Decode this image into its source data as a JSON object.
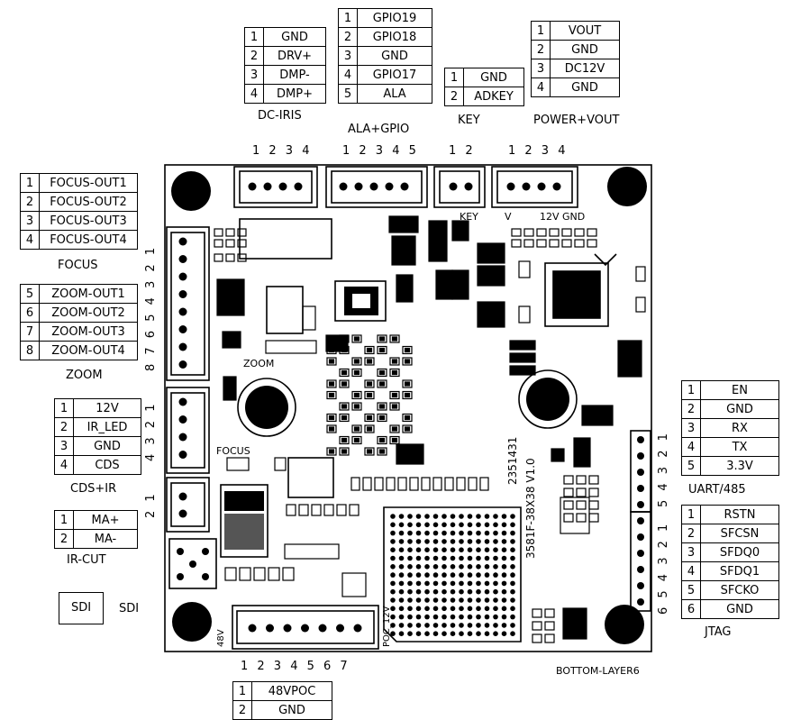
{
  "connectors": {
    "dc_iris": {
      "title": "DC-IRIS",
      "rows": [
        [
          "1",
          "GND"
        ],
        [
          "2",
          "DRV+"
        ],
        [
          "3",
          "DMP-"
        ],
        [
          "4",
          "DMP+"
        ]
      ]
    },
    "ala_gpio": {
      "title": "ALA+GPIO",
      "rows": [
        [
          "1",
          "GPIO19"
        ],
        [
          "2",
          "GPIO18"
        ],
        [
          "3",
          "GND"
        ],
        [
          "4",
          "GPIO17"
        ],
        [
          "5",
          "ALA"
        ]
      ]
    },
    "key": {
      "title": "KEY",
      "rows": [
        [
          "1",
          "GND"
        ],
        [
          "2",
          "ADKEY"
        ]
      ]
    },
    "power_vout": {
      "title": "POWER+VOUT",
      "rows": [
        [
          "1",
          "VOUT"
        ],
        [
          "2",
          "GND"
        ],
        [
          "3",
          "DC12V"
        ],
        [
          "4",
          "GND"
        ]
      ]
    },
    "focus": {
      "title": "FOCUS",
      "rows": [
        [
          "1",
          "FOCUS-OUT1"
        ],
        [
          "2",
          "FOCUS-OUT2"
        ],
        [
          "3",
          "FOCUS-OUT3"
        ],
        [
          "4",
          "FOCUS-OUT4"
        ]
      ]
    },
    "zoom": {
      "title": "ZOOM",
      "rows": [
        [
          "5",
          "ZOOM-OUT1"
        ],
        [
          "6",
          "ZOOM-OUT2"
        ],
        [
          "7",
          "ZOOM-OUT3"
        ],
        [
          "8",
          "ZOOM-OUT4"
        ]
      ]
    },
    "cds_ir": {
      "title": "CDS+IR",
      "rows": [
        [
          "1",
          "12V"
        ],
        [
          "2",
          "IR_LED"
        ],
        [
          "3",
          "GND"
        ],
        [
          "4",
          "CDS"
        ]
      ]
    },
    "ir_cut": {
      "title": "IR-CUT",
      "rows": [
        [
          "1",
          "MA+"
        ],
        [
          "2",
          "MA-"
        ]
      ]
    },
    "sdi": {
      "title": "SDI",
      "box": "SDI"
    },
    "uart": {
      "title": "UART/485",
      "rows": [
        [
          "1",
          "EN"
        ],
        [
          "2",
          "GND"
        ],
        [
          "3",
          "RX"
        ],
        [
          "4",
          "TX"
        ],
        [
          "5",
          "3.3V"
        ]
      ]
    },
    "jtag": {
      "title": "JTAG",
      "rows": [
        [
          "1",
          "RSTN"
        ],
        [
          "2",
          "SFCSN"
        ],
        [
          "3",
          "SFDQ0"
        ],
        [
          "4",
          "SFDQ1"
        ],
        [
          "5",
          "SFCKO"
        ],
        [
          "6",
          "GND"
        ]
      ]
    },
    "poc": {
      "rows": [
        [
          "1",
          "48VPOC"
        ],
        [
          "2",
          "GND"
        ]
      ]
    }
  },
  "pin_numbers": {
    "top_dc_iris": "1 2 3 4",
    "top_ala": "1 2 3 4 5",
    "top_key": "1 2",
    "top_power": "1 2 3 4",
    "bottom_poc": "1 2 3 4 5 6 7",
    "left_focus_zoom": "8 7 6 5 4 3 2 1",
    "left_cds": "4 3 2 1",
    "left_ircut": "2 1",
    "right_uart": "5 4 3 2 1",
    "right_jtag": "6 5 4 3 2 1"
  },
  "silkscreen": {
    "key": "KEY",
    "v": "V",
    "v12_gnd": "12V GND",
    "zoom": "ZOOM",
    "focus": "FOCUS",
    "v48": "48V",
    "poc_12v": "POC_12V",
    "board_code": "2351431",
    "board_model": "3581F-38X38  V1.0",
    "layer": "BOTTOM-LAYER6"
  },
  "colors": {
    "ink": "#000000",
    "paper": "#ffffff"
  }
}
